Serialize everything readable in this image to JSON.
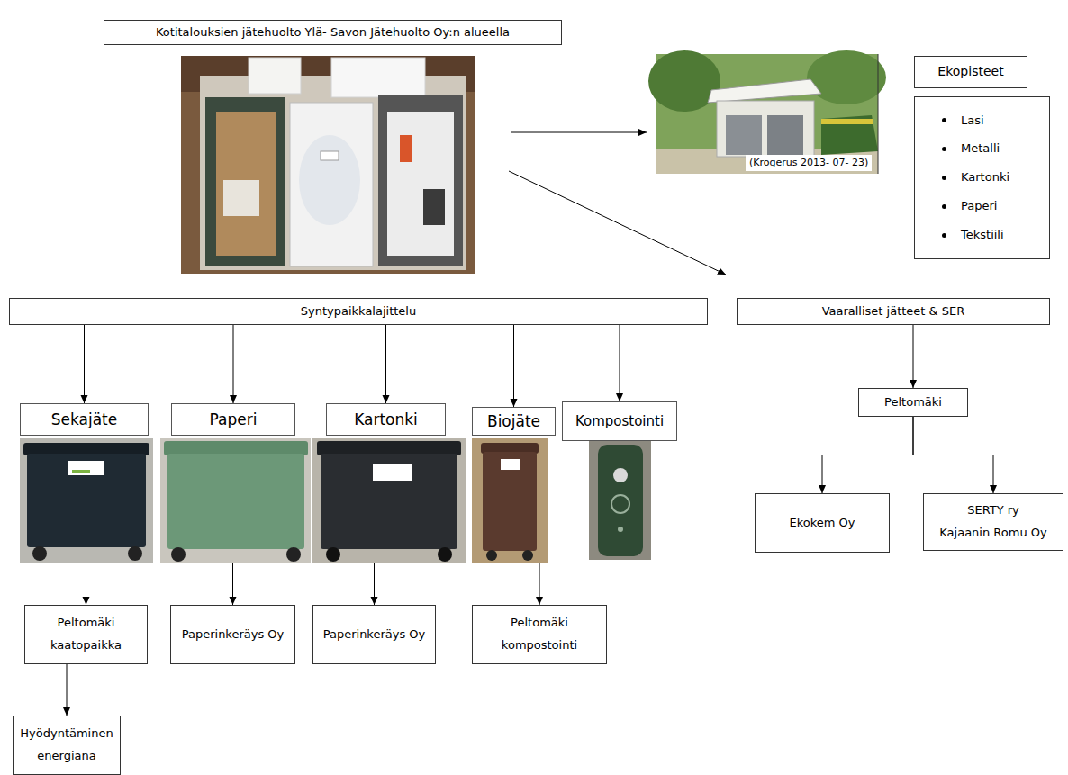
{
  "diagram": {
    "title": "Kotitalouksien jätehuolto Ylä- Savon Jätehuolto Oy:n alueella",
    "nodes": [
      {
        "text": [
          "Ekopisteet"
        ]
      },
      {
        "text": [
          "Lasi",
          "Metalli",
          "Kartonki",
          "Paperi",
          "Tekstiili"
        ]
      },
      {
        "text": [
          "Syntypaikkalajittelu"
        ]
      },
      {
        "text": [
          "Vaaralliset jätteet & SER"
        ]
      },
      {
        "text": [
          "Sekajäte"
        ]
      },
      {
        "text": [
          "Paperi"
        ]
      },
      {
        "text": [
          "Kartonki"
        ]
      },
      {
        "text": [
          "Biojäte"
        ]
      },
      {
        "text": [
          "Kompostointi"
        ]
      },
      {
        "text": [
          "Peltomäki"
        ]
      },
      {
        "text": [
          "Peltomäki kaatopaikka"
        ]
      },
      {
        "text": [
          "Paperinkeräys Oy"
        ]
      },
      {
        "text": [
          "Paperinkeräys Oy"
        ]
      },
      {
        "text": [
          "Peltomäki kompostointi"
        ]
      },
      {
        "text": [
          "Ekokem Oy"
        ]
      },
      {
        "text": [
          "SERTY ry",
          "Kajaanin Romu Oy"
        ]
      },
      {
        "text": [
          "Hyödyntäminen energiana"
        ]
      }
    ],
    "edges": [
      {
        "from": 2,
        "to": 4,
        "arrow": "to"
      },
      {
        "from": 2,
        "to": 5,
        "arrow": "to"
      },
      {
        "from": 2,
        "to": 6,
        "arrow": "to"
      },
      {
        "from": 2,
        "to": 7,
        "arrow": "to"
      },
      {
        "from": 2,
        "to": 8,
        "arrow": "to"
      },
      {
        "from": 3,
        "to": 9,
        "arrow": "to"
      },
      {
        "from": 4,
        "to": 10,
        "arrow": "to"
      },
      {
        "from": 5,
        "to": 11,
        "arrow": "to"
      },
      {
        "from": 6,
        "to": 12,
        "arrow": "to"
      },
      {
        "from": 7,
        "to": 13,
        "arrow": "to"
      },
      {
        "from": 9,
        "to": 14,
        "arrow": "to"
      },
      {
        "from": 9,
        "to": 15,
        "arrow": "to"
      },
      {
        "from": 10,
        "to": 16,
        "arrow": "to"
      }
    ],
    "labels": [
      "(Krogerus 2013- 07- 23)"
    ]
  }
}
